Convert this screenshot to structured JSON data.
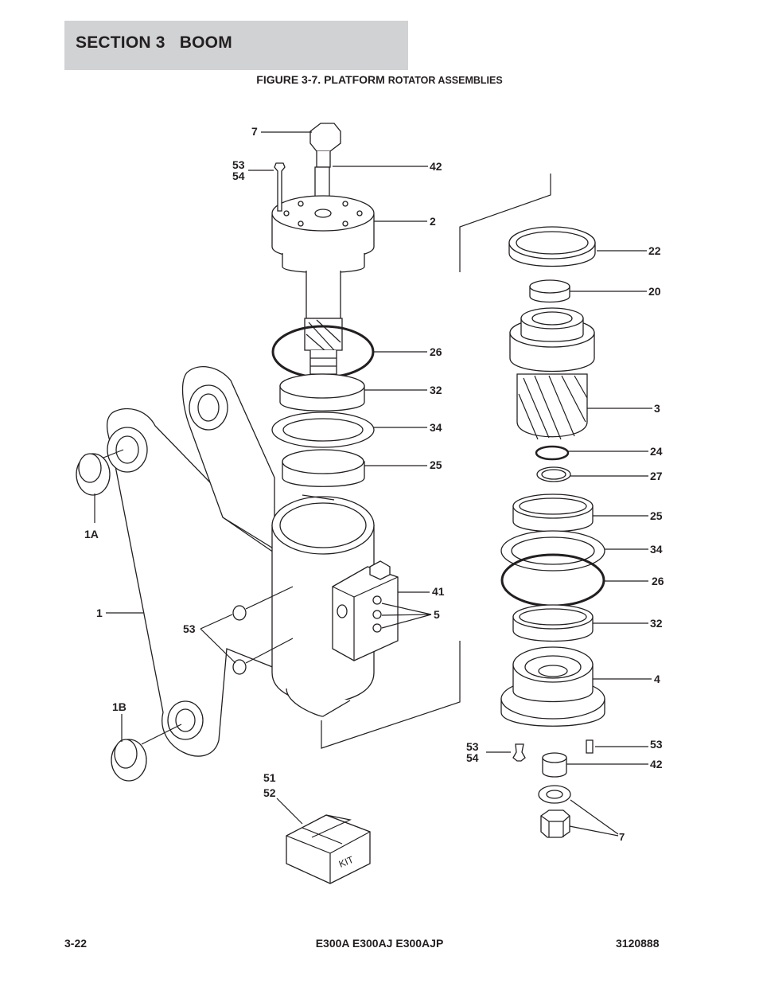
{
  "header": {
    "section_title": "SECTION 3   BOOM"
  },
  "figure": {
    "title_main": "FIGURE 3-7. PLATFORM ",
    "title_rest": "ROTATOR ASSEMBLIES"
  },
  "callouts": {
    "c7_top": "7",
    "c53_top": "53",
    "c54_top": "54",
    "c42_top": "42",
    "c2": "2",
    "c26_left": "26",
    "c32_left": "32",
    "c34_left": "34",
    "c25_left": "25",
    "c1A": "1A",
    "c1": "1",
    "c53_mid": "53",
    "c41": "41",
    "c5": "5",
    "c1B": "1B",
    "c51": "51",
    "c52": "52",
    "kit_label": "KIT",
    "c22": "22",
    "c20": "20",
    "c3": "3",
    "c24": "24",
    "c27": "27",
    "c25_right": "25",
    "c34_right": "34",
    "c26_right": "26",
    "c32_right": "32",
    "c4": "4",
    "c53_bl": "53",
    "c54_bl": "54",
    "c53_br": "53",
    "c42_br": "42",
    "c7_bottom": "7"
  },
  "footer": {
    "page_number": "3-22",
    "models": "E300A E300AJ E300AJP",
    "doc_number": "3120888"
  }
}
